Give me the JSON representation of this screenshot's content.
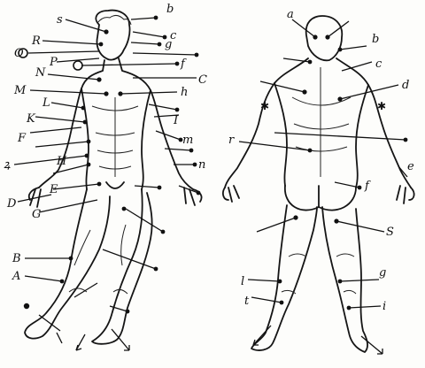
{
  "image": {
    "description_free": true,
    "front_figure": {
      "labels": [
        {
          "id": "s",
          "text": "s"
        },
        {
          "id": "b",
          "text": "b"
        },
        {
          "id": "c",
          "text": "c"
        },
        {
          "id": "R",
          "text": "R"
        },
        {
          "id": "P",
          "text": "P"
        },
        {
          "id": "g",
          "text": "g"
        },
        {
          "id": "O",
          "text": "O"
        },
        {
          "id": "N",
          "text": "N"
        },
        {
          "id": "f",
          "text": "f"
        },
        {
          "id": "C",
          "text": "C"
        },
        {
          "id": "M",
          "text": "M"
        },
        {
          "id": "h",
          "text": "h"
        },
        {
          "id": "L",
          "text": "L"
        },
        {
          "id": "K",
          "text": "K"
        },
        {
          "id": "F",
          "text": "F"
        },
        {
          "id": "I",
          "text": "I"
        },
        {
          "id": "m",
          "text": "m"
        },
        {
          "id": "H",
          "text": "H"
        },
        {
          "id": "z",
          "text": "ꝝ"
        },
        {
          "id": "n",
          "text": "n"
        },
        {
          "id": "E",
          "text": "E"
        },
        {
          "id": "D",
          "text": "D"
        },
        {
          "id": "G",
          "text": "G"
        },
        {
          "id": "B",
          "text": "B"
        },
        {
          "id": "A",
          "text": "A"
        }
      ]
    },
    "back_figure": {
      "labels": [
        {
          "id": "a",
          "text": "a"
        },
        {
          "id": "b2",
          "text": "b"
        },
        {
          "id": "c2",
          "text": "c"
        },
        {
          "id": "d",
          "text": "d"
        },
        {
          "id": "r",
          "text": "r"
        },
        {
          "id": "f2",
          "text": "f"
        },
        {
          "id": "e",
          "text": "e"
        },
        {
          "id": "S",
          "text": "S"
        },
        {
          "id": "g2",
          "text": "g"
        },
        {
          "id": "t",
          "text": "t"
        },
        {
          "id": "i",
          "text": "i"
        },
        {
          "id": "l",
          "text": "l"
        }
      ]
    }
  }
}
